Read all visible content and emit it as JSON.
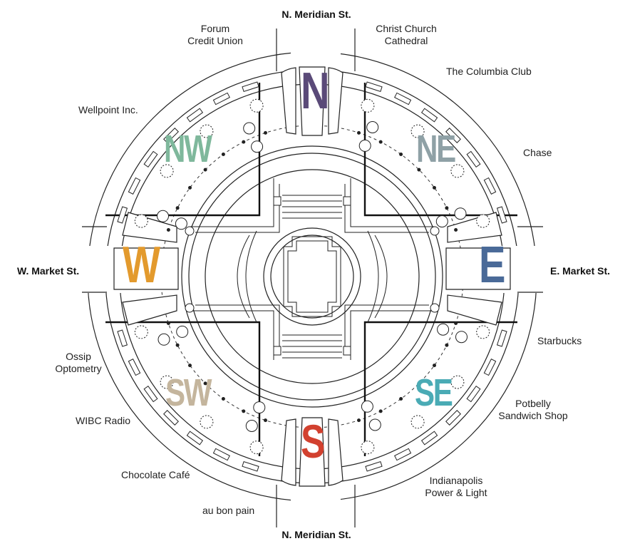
{
  "streets": {
    "north": "N. Meridian St.",
    "south": "N. Meridian St.",
    "west": "W. Market St.",
    "east": "E. Market St."
  },
  "quadrants": {
    "n": {
      "label": "N",
      "color": "#5a4a78"
    },
    "ne": {
      "label": "NE",
      "color": "#8fa1a6"
    },
    "e": {
      "label": "E",
      "color": "#4a6a98"
    },
    "se": {
      "label": "SE",
      "color": "#4aabb5"
    },
    "s": {
      "label": "S",
      "color": "#d2412f"
    },
    "sw": {
      "label": "SW",
      "color": "#c4b59d"
    },
    "w": {
      "label": "W",
      "color": "#e39a2d"
    },
    "nw": {
      "label": "NW",
      "color": "#7fb89c"
    }
  },
  "places": {
    "forum_line1": "Forum",
    "forum_line2": "Credit Union",
    "christ_line1": "Christ Church",
    "christ_line2": "Cathedral",
    "columbia": "The Columbia Club",
    "wellpoint": "Wellpoint Inc.",
    "chase": "Chase",
    "starbucks": "Starbucks",
    "ossip_line1": "Ossip",
    "ossip_line2": "Optometry",
    "potbelly_line1": "Potbelly",
    "potbelly_line2": "Sandwich Shop",
    "wibc": "WIBC Radio",
    "chocolate": "Chocolate Café",
    "ipl_line1": "Indianapolis",
    "ipl_line2": "Power & Light",
    "aubonpain": "au bon pain"
  }
}
